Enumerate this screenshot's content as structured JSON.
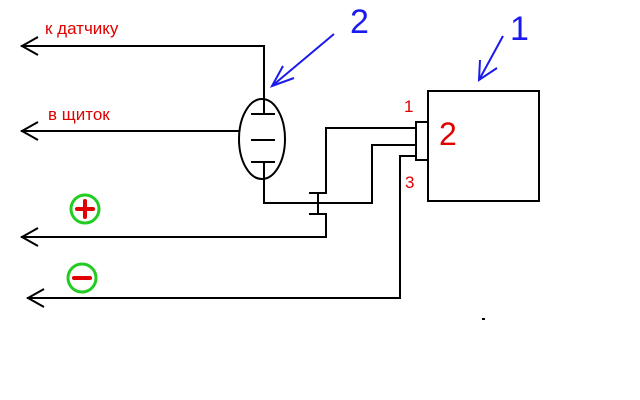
{
  "labels": {
    "to_sensor": "к датчику",
    "to_panel": "в щиток",
    "plus_sign": "+",
    "minus_sign": "−"
  },
  "callouts": {
    "switch_number": "2",
    "device_number": "1",
    "device_center_number": "2"
  },
  "device_pins": {
    "pin_top": "1",
    "pin_bottom": "3"
  },
  "colors": {
    "label_red": "#e00000",
    "callout_blue": "#1a1aee",
    "sign_circle_green": "#22cc22",
    "wire_black": "#000000"
  }
}
